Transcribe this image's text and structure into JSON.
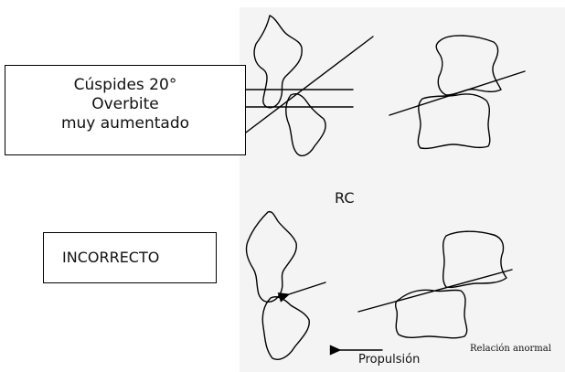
{
  "main_box": {
    "line1": "Cúspides 20°",
    "line2": "Overbite",
    "line3": "muy aumentado"
  },
  "incorrect_box": {
    "label": "INCORRECTO"
  },
  "labels": {
    "rc": "RC",
    "propulsion": "Propulsión",
    "relacion": "Relación anormal"
  },
  "colors": {
    "panel": "#f4f4f4",
    "ink": "#000000"
  }
}
